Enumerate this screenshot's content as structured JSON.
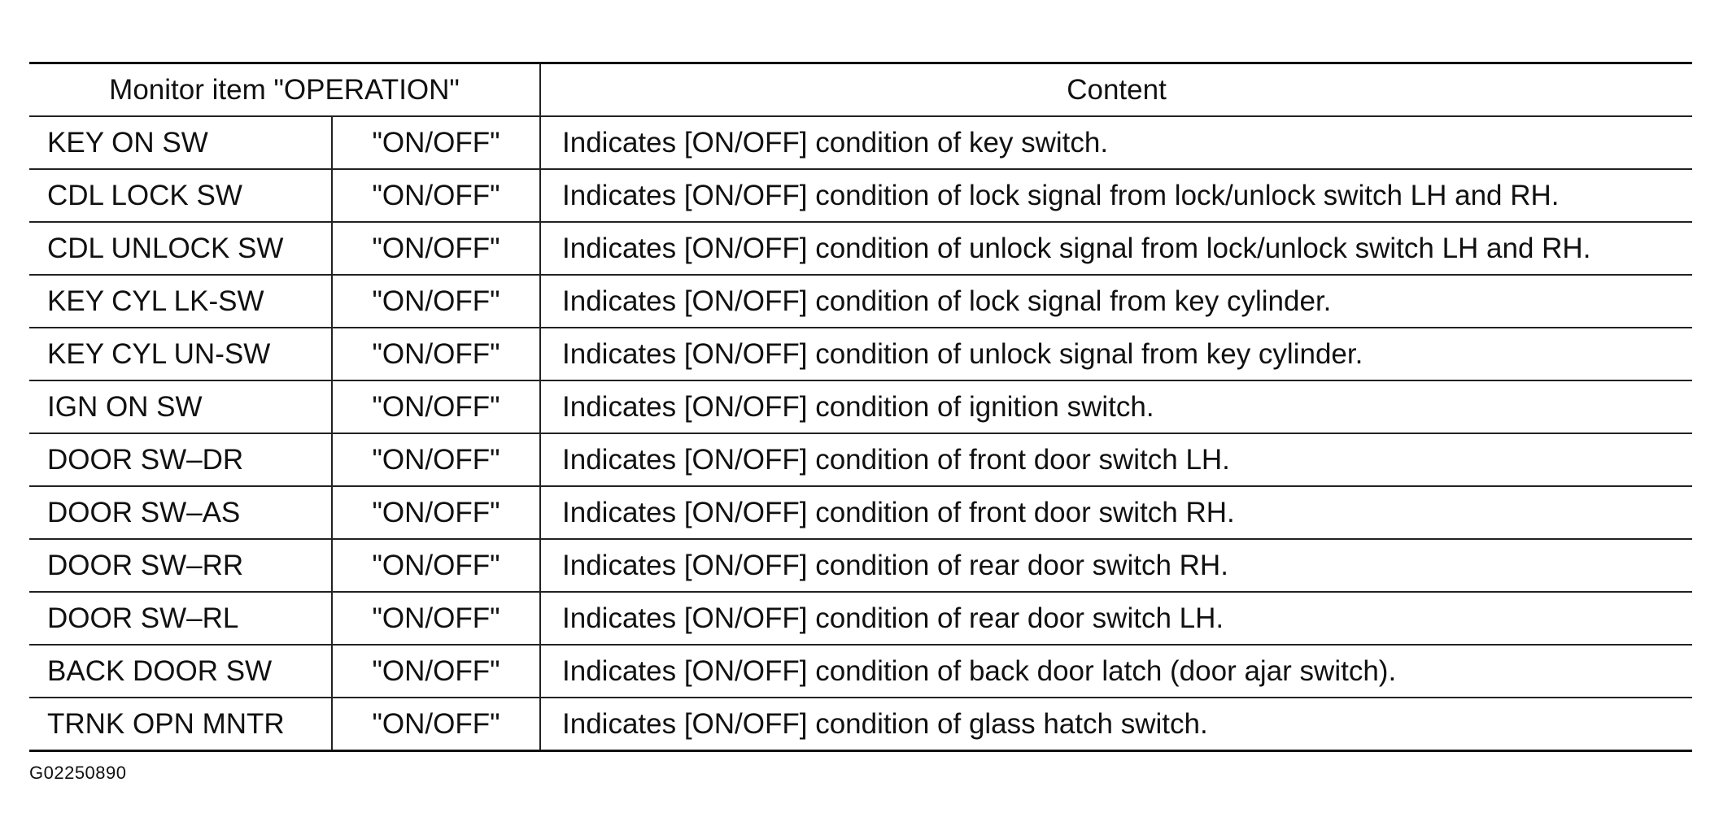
{
  "table": {
    "headers": {
      "monitor_item": "Monitor item \"OPERATION\"",
      "content": "Content"
    },
    "rows": [
      {
        "item": "KEY ON SW",
        "value": "\"ON/OFF\"",
        "content": "Indicates [ON/OFF] condition of key switch."
      },
      {
        "item": "CDL LOCK SW",
        "value": "\"ON/OFF\"",
        "content": "Indicates [ON/OFF] condition of lock signal from lock/unlock switch LH and RH."
      },
      {
        "item": "CDL UNLOCK SW",
        "value": "\"ON/OFF\"",
        "content": "Indicates [ON/OFF] condition of unlock signal from lock/unlock switch LH and RH."
      },
      {
        "item": "KEY CYL LK-SW",
        "value": "\"ON/OFF\"",
        "content": "Indicates [ON/OFF] condition of lock signal from key cylinder."
      },
      {
        "item": "KEY CYL UN-SW",
        "value": "\"ON/OFF\"",
        "content": "Indicates [ON/OFF] condition of unlock signal from key cylinder."
      },
      {
        "item": "IGN ON SW",
        "value": "\"ON/OFF\"",
        "content": "Indicates [ON/OFF] condition of ignition switch."
      },
      {
        "item": "DOOR SW–DR",
        "value": "\"ON/OFF\"",
        "content": "Indicates [ON/OFF] condition of front door switch LH."
      },
      {
        "item": "DOOR SW–AS",
        "value": "\"ON/OFF\"",
        "content": "Indicates [ON/OFF] condition of front door switch RH."
      },
      {
        "item": "DOOR SW–RR",
        "value": "\"ON/OFF\"",
        "content": "Indicates [ON/OFF] condition of rear door switch RH."
      },
      {
        "item": "DOOR SW–RL",
        "value": "\"ON/OFF\"",
        "content": "Indicates [ON/OFF] condition of rear door switch LH."
      },
      {
        "item": "BACK DOOR SW",
        "value": "\"ON/OFF\"",
        "content": "Indicates [ON/OFF] condition of back door latch (door ajar switch)."
      },
      {
        "item": "TRNK OPN MNTR",
        "value": "\"ON/OFF\"",
        "content": "Indicates [ON/OFF] condition of glass hatch switch."
      }
    ]
  },
  "figure_id": "G02250890"
}
